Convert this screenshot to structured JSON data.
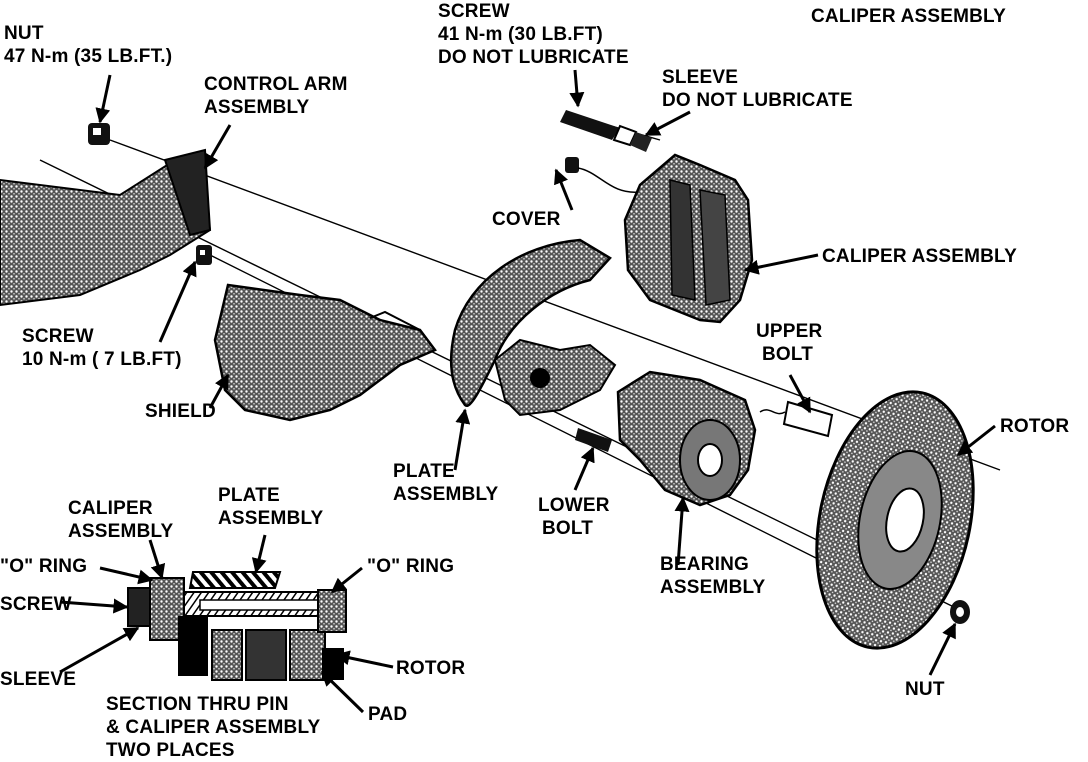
{
  "title": "CALIPER ASSEMBLY",
  "labels": {
    "nut_top": [
      "NUT",
      "47 N-m (35 LB.FT.)"
    ],
    "control_arm": [
      "CONTROL ARM",
      "ASSEMBLY"
    ],
    "screw_top": [
      "SCREW",
      "41 N-m (30 LB.FT)",
      "DO NOT LUBRICATE"
    ],
    "sleeve_top": [
      "SLEEVE",
      "DO NOT LUBRICATE"
    ],
    "cover": [
      "COVER"
    ],
    "caliper": [
      "CALIPER ASSEMBLY"
    ],
    "screw_shield": [
      "SCREW",
      "10 N-m ( 7 LB.FT)"
    ],
    "shield": [
      "SHIELD"
    ],
    "upper_bolt": [
      "UPPER",
      "BOLT"
    ],
    "rotor": [
      "ROTOR"
    ],
    "plate": [
      "PLATE",
      "ASSEMBLY"
    ],
    "lower_bolt": [
      "LOWER",
      "BOLT"
    ],
    "bearing": [
      "BEARING",
      "ASSEMBLY"
    ],
    "nut_bottom": [
      "NUT"
    ],
    "sec_caliper": [
      "CALIPER",
      "ASSEMBLY"
    ],
    "sec_plate": [
      "PLATE",
      "ASSEMBLY"
    ],
    "sec_oring_left": [
      "\"O\" RING"
    ],
    "sec_oring_right": [
      "\"O\" RING"
    ],
    "sec_screw": [
      "SCREW"
    ],
    "sec_sleeve": [
      "SLEEVE"
    ],
    "sec_rotor": [
      "ROTOR"
    ],
    "sec_pad": [
      "PAD"
    ],
    "section_caption": [
      "SECTION THRU PIN",
      "& CALIPER ASSEMBLY",
      "TWO PLACES"
    ]
  }
}
